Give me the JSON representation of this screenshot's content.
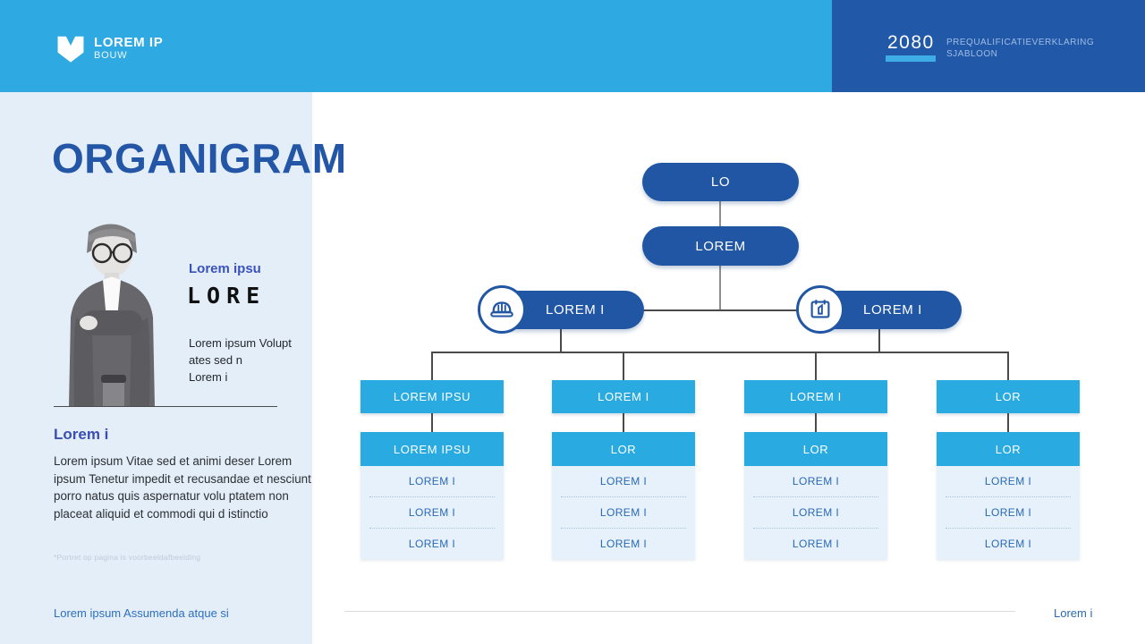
{
  "header": {
    "brand": "LOREM IP",
    "brand_sub": "BOUW",
    "year": "2080",
    "tagline": [
      "PREQUALIFICATIEVERKLARING",
      "SJABLOON"
    ]
  },
  "sidebar": {
    "title": "ORGANIGRAM",
    "profile": {
      "label": "Lorem ipsu",
      "signature": "LORE",
      "lines": [
        "Lorem ipsum Volupt",
        "ates sed n",
        "Lorem i"
      ]
    },
    "section": {
      "heading": "Lorem i",
      "body": "Lorem ipsum Vitae sed et animi deser Lorem ipsum Tenetur impedit et recusandae et nesciunt porro natus quis aspernatur volu ptatem non placeat aliquid et commodi qui d istinctio",
      "footnote": "*Portret op pagina is voorbeeldafbeelding"
    },
    "footer_link": "Lorem ipsum Assumenda atque si"
  },
  "orgchart": {
    "root": "LO",
    "level2": "LOREM",
    "branches": [
      {
        "label": "LOREM I",
        "icon": "hard-hat-icon"
      },
      {
        "label": "LOREM I",
        "icon": "clipboard-pencil-icon"
      }
    ],
    "columns": [
      {
        "header": "LOREM IPSU",
        "sub": "LOREM IPSU",
        "items": [
          "LOREM I",
          "LOREM I",
          "LOREM I"
        ]
      },
      {
        "header": "LOREM I",
        "sub": "LOR",
        "items": [
          "LOREM I",
          "LOREM I",
          "LOREM I"
        ]
      },
      {
        "header": "LOREM I",
        "sub": "LOR",
        "items": [
          "LOREM I",
          "LOREM I",
          "LOREM I"
        ]
      },
      {
        "header": "LOR",
        "sub": "LOR",
        "items": [
          "LOREM I",
          "LOREM I",
          "LOREM I"
        ]
      }
    ]
  },
  "footer": {
    "right_label": "Lorem i"
  },
  "colors": {
    "header_light_blue": "#2FA9E2",
    "header_dark_blue": "#2158A8",
    "pill_dark_blue": "#2156A4",
    "box_sky_blue": "#29ABE2",
    "sidebar_bg": "#E3EEF9",
    "list_panel_bg": "#E7F1FB",
    "title_blue": "#2456A8",
    "link_blue": "#2E6FC0"
  }
}
